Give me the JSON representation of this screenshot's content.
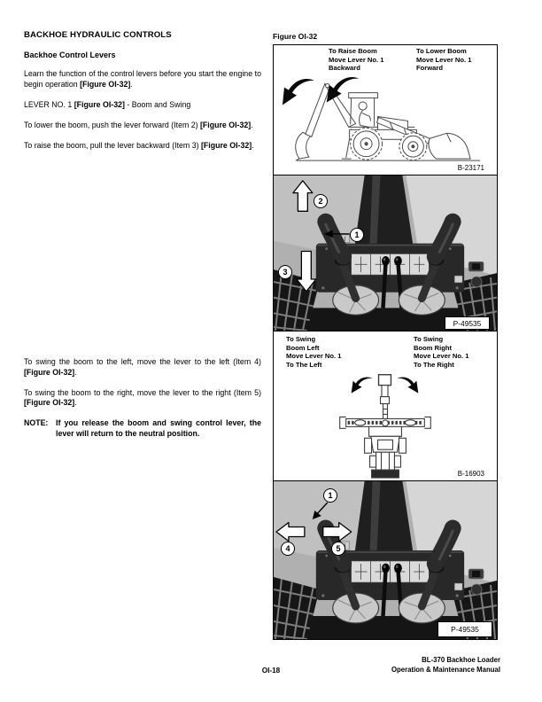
{
  "left_column": {
    "heading": "BACKHOE HYDRAULIC CONTROLS",
    "subheading": "Backhoe Control Levers",
    "p_learn": {
      "a": "Learn the function of the control levers before you start the engine to begin operation ",
      "b": "[Figure OI-32]",
      "c": "."
    },
    "p_lever": {
      "a": "LEVER NO. 1 ",
      "b": "[Figure OI-32]",
      "c": " - Boom and Swing"
    },
    "p_lower": {
      "a": "To lower the boom, push the lever forward (Item 2) ",
      "b": "[Figure OI-32]",
      "c": "."
    },
    "p_raise": {
      "a": "To raise the boom, pull the lever backward (Item 3) ",
      "b": "[Figure OI-32]",
      "c": "."
    },
    "p_swing_left": {
      "a": "To swing the boom to the left, move the lever to the left (Item 4) ",
      "b": "[Figure OI-32]",
      "c": "."
    },
    "p_swing_right": {
      "a": "To swing the boom to the right, move the lever to the right (Item 5) ",
      "b": "[Figure OI-32]",
      "c": "."
    },
    "note": {
      "label": "NOTE:",
      "text": "If you release the boom and swing control lever, the lever will return to the neutral position."
    }
  },
  "figure": {
    "label": "Figure OI-32",
    "panel_raise_lower": {
      "caption_left": {
        "l1": "To Raise Boom",
        "l2": "Move Lever No. 1",
        "l3": "Backward"
      },
      "caption_right": {
        "l1": "To Lower Boom",
        "l2": "Move Lever No. 1",
        "l3": "Forward"
      },
      "ref": "B-23171"
    },
    "panel_photo_boom": {
      "callout_1": "1",
      "callout_2": "2",
      "callout_3": "3",
      "ref": "P-49535"
    },
    "panel_swing": {
      "caption_left": {
        "l1": "To Swing",
        "l2": "Boom Left",
        "l3": "Move Lever No. 1",
        "l4": "To The Left"
      },
      "caption_right": {
        "l1": "To Swing",
        "l2": "Boom Right",
        "l3": "Move Lever No. 1",
        "l4": "To The Right"
      },
      "ref": "B-16903"
    },
    "panel_photo_swing": {
      "callout_1": "1",
      "callout_4": "4",
      "callout_5": "5",
      "ref": "P-49535"
    }
  },
  "footer": {
    "page_number": "OI-18",
    "doc_line1": "BL-370 Backhoe Loader",
    "doc_line2": "Operation & Maintenance Manual"
  },
  "colors": {
    "text": "#000000",
    "photo_background": "#b0b0b0",
    "machine_dark": "#1f1f1f",
    "callout_fill": "#ffffff"
  }
}
